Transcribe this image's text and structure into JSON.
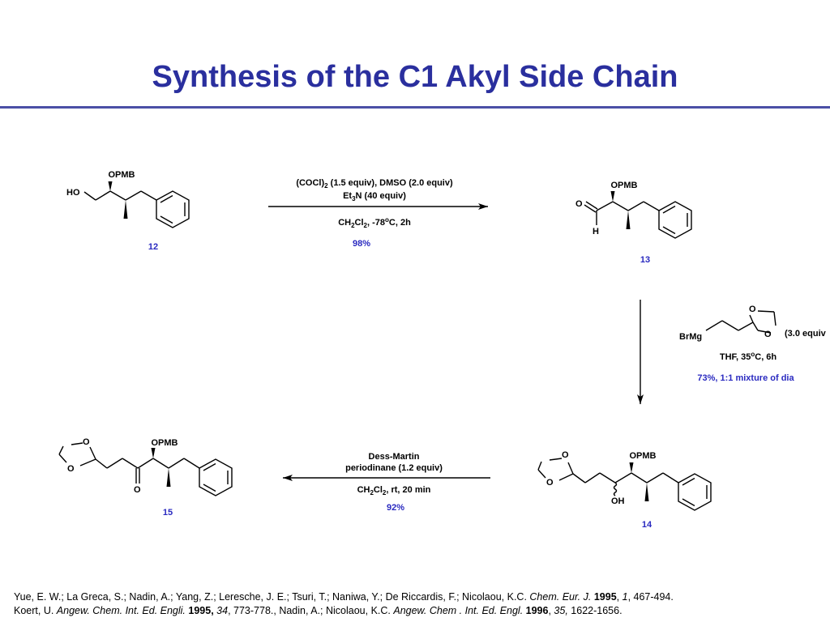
{
  "title": "Synthesis of the C1 Akyl Side Chain",
  "compounds": {
    "c12": {
      "number": "12",
      "ho": "HO",
      "opmb": "OPMB"
    },
    "c13": {
      "number": "13",
      "o": "O",
      "h": "H",
      "opmb": "OPMB"
    },
    "c14": {
      "number": "14",
      "oh": "OH",
      "o_ring_top": "O",
      "o_ring_bottom": "O",
      "opmb": "OPMB"
    },
    "c15": {
      "number": "15",
      "o_ketone": "O",
      "o_ring_top": "O",
      "o_ring_bottom": "O",
      "opmb": "OPMB"
    }
  },
  "steps": {
    "step1": {
      "r1a": "(COCl)",
      "r1sub": "2",
      "r1b": " (1.5 equiv), DMSO (2.0 equiv)",
      "r2a": "Et",
      "r2sub": "3",
      "r2b": "N (40 equiv)",
      "c_a": "CH",
      "c_sub1": "2",
      "c_b": "Cl",
      "c_sub2": "2",
      "c_c": ", -78",
      "c_sup": "o",
      "c_d": "C, 2h",
      "yield": "98%"
    },
    "step2": {
      "reagent_brmg": "BrMg",
      "reagent_o_top": "O",
      "reagent_o_bottom": "O",
      "equiv": "(3.0 equiv",
      "c_a": "THF, 35",
      "c_sup": "o",
      "c_b": "C, 6h",
      "yield": "73%, 1:1 mixture of dia"
    },
    "step3": {
      "r1": "Dess-Martin",
      "r2": "periodinane (1.2 equiv)",
      "c_a": "CH",
      "c_sub1": "2",
      "c_b": "Cl",
      "c_sub2": "2",
      "c_c": ", rt, 20 min",
      "yield": "92%"
    }
  },
  "references": {
    "r1_authors": "Yue, E. W.; La Greca, S.; Nadin, A.; Yang, Z.; Leresche, J. E.; Tsuri, T.; Naniwa, Y.; De Riccardis, F.; Nicolaou, K.C. ",
    "r1_journal": "Chem. Eur. J.",
    "r1_space": " ",
    "r1_year": "1995",
    "r1_sep": ", ",
    "r1_vol": "1",
    "r1_pages": ", 467-494.",
    "r2_author": "Koert, U. ",
    "r2_journal": "Angew. Chem. Int. Ed. Engli.",
    "r2_space": " ",
    "r2_year": "1995,",
    "r2_space2": " ",
    "r2_vol": "34",
    "r2_mid": ", 773-778., Nadin, A.; Nicolaou, K.C. ",
    "r2_journal2": "Angew. Chem . Int. Ed. Engl.",
    "r2_space3": " ",
    "r2_year2": "1996",
    "r2_sep2": ", ",
    "r2_vol2": "35,",
    "r2_pages2": " 1622-1656."
  }
}
